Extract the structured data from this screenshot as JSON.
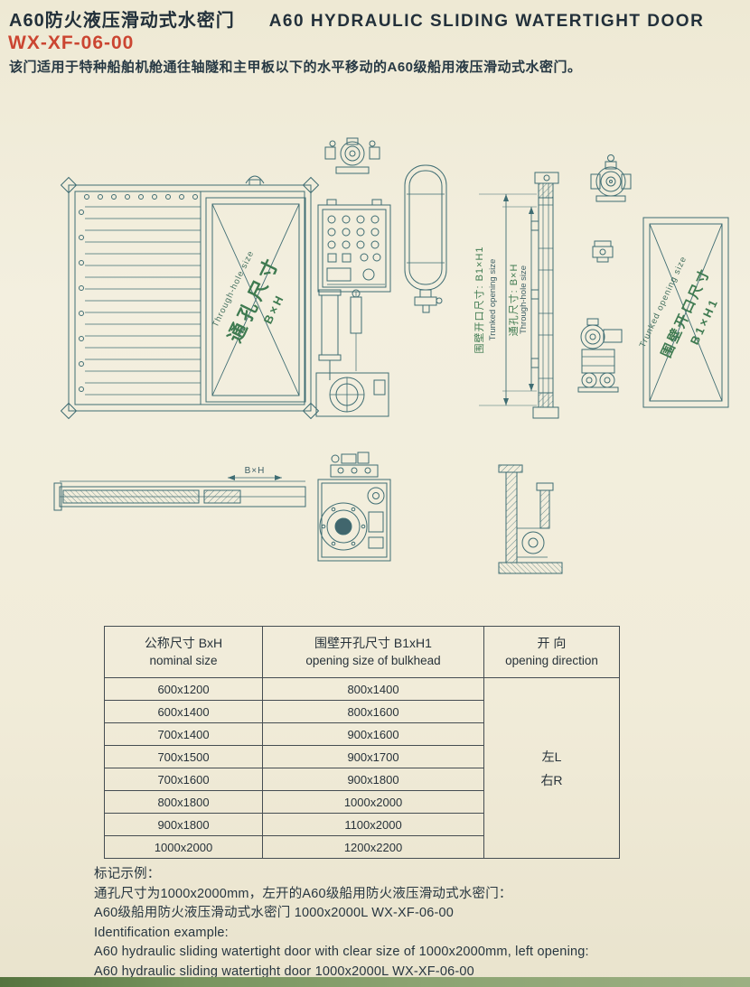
{
  "header": {
    "title_cn": "A60防火液压滑动式水密门",
    "title_en": "A60 HYDRAULIC SLIDING WATERTIGHT DOOR",
    "model": "WX-XF-06-00",
    "description": "该门适用于特种船舶机舱通往轴隧和主甲板以下的水平移动的A60级船用液压滑动式水密门。"
  },
  "drawing": {
    "door_leaf": {
      "en": "Through-hole size",
      "cn": "通孔尺寸",
      "dim": "B×H"
    },
    "side_dims": {
      "cn1": "围壁开口尺寸: B1×H1",
      "en1": "Trunked opening size",
      "cn2": "通孔尺寸: B×H",
      "en2": "Through-hole size"
    },
    "plan_dim": "B×H",
    "right_panel": {
      "en": "Trunked opening size",
      "cn": "围壁开口尺寸",
      "dim": "B1×H1"
    }
  },
  "table": {
    "headers": [
      {
        "cn": "公称尺寸 BxH",
        "en": "nominal size"
      },
      {
        "cn": "围壁开孔尺寸 B1xH1",
        "en": "opening size of bulkhead"
      },
      {
        "cn": "开 向",
        "en": "opening direction"
      }
    ],
    "rows": [
      [
        "600x1200",
        "800x1400"
      ],
      [
        "600x1400",
        "800x1600"
      ],
      [
        "700x1400",
        "900x1600"
      ],
      [
        "700x1500",
        "900x1700"
      ],
      [
        "700x1600",
        "900x1800"
      ],
      [
        "800x1800",
        "1000x2000"
      ],
      [
        "900x1800",
        "1100x2000"
      ],
      [
        "1000x2000",
        "1200x2200"
      ]
    ],
    "direction": [
      "左L",
      "右R"
    ]
  },
  "footer": {
    "lines": [
      "标记示例：",
      "通孔尺寸为1000x2000mm，左开的A60级船用防火液压滑动式水密门：",
      "A60级船用防火液压滑动式水密门 1000x2000L WX-XF-06-00",
      "Identification example:",
      "A60 hydraulic sliding watertight door with clear size of 1000x2000mm, left opening:",
      "A60 hydraulic sliding watertight door 1000x2000L WX-XF-06-00"
    ]
  },
  "colors": {
    "paper": "#f1ecd9",
    "line": "#3f6d73",
    "accent_red": "#cb4531",
    "label_green": "#3e7a50"
  }
}
